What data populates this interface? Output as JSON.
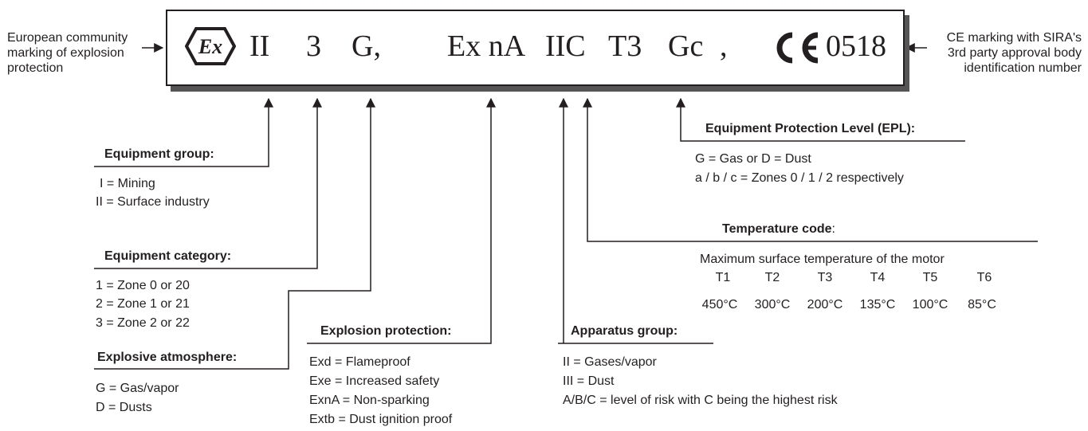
{
  "marking": {
    "ex_symbol": "Ex",
    "group": "II",
    "category": "3",
    "atmosphere": "G,",
    "protection": "Ex nA",
    "apparatus": "IIC",
    "temp": "T3",
    "epl": "Gc",
    "comma": ",",
    "ce": "CE",
    "body_number": "0518"
  },
  "left_note": "European community\nmarking of explosion\nprotection",
  "right_note": "CE marking with SIRA's\n3rd party approval body\nidentification number",
  "equipment_group": {
    "heading": "Equipment group:",
    "items": [
      "I = Mining",
      "II = Surface industry"
    ]
  },
  "equipment_category": {
    "heading": "Equipment category:",
    "items": [
      "1 = Zone 0 or 20",
      "2 = Zone 1 or 21",
      "3 = Zone 2 or 22"
    ]
  },
  "explosive_atmosphere": {
    "heading": "Explosive atmosphere:",
    "items": [
      "G = Gas/vapor",
      "D = Dusts"
    ]
  },
  "explosion_protection": {
    "heading": "Explosion protection:",
    "items": [
      "Exd = Flameproof",
      "Exe = Increased safety",
      "ExnA = Non-sparking",
      "Extb = Dust ignition proof"
    ]
  },
  "apparatus_group": {
    "heading": "Apparatus group:",
    "items": [
      "II = Gases/vapor",
      "III = Dust",
      "A/B/C = level of risk with C being the highest risk"
    ]
  },
  "epl": {
    "heading": "Equipment Protection Level (EPL):",
    "items": [
      "G = Gas  or  D = Dust",
      "a / b / c = Zones 0 / 1 / 2 respectively"
    ]
  },
  "temperature_code": {
    "heading_bold": "Temperature code",
    "heading_colon": ":",
    "intro": "Maximum surface temperature of the motor",
    "codes": [
      "T1",
      "T2",
      "T3",
      "T4",
      "T5",
      "T6"
    ],
    "temps": [
      "450°C",
      "300°C",
      "200°C",
      "135°C",
      "100°C",
      "85°C"
    ]
  },
  "colors": {
    "ink": "#231f20",
    "shadow": "#555555"
  }
}
